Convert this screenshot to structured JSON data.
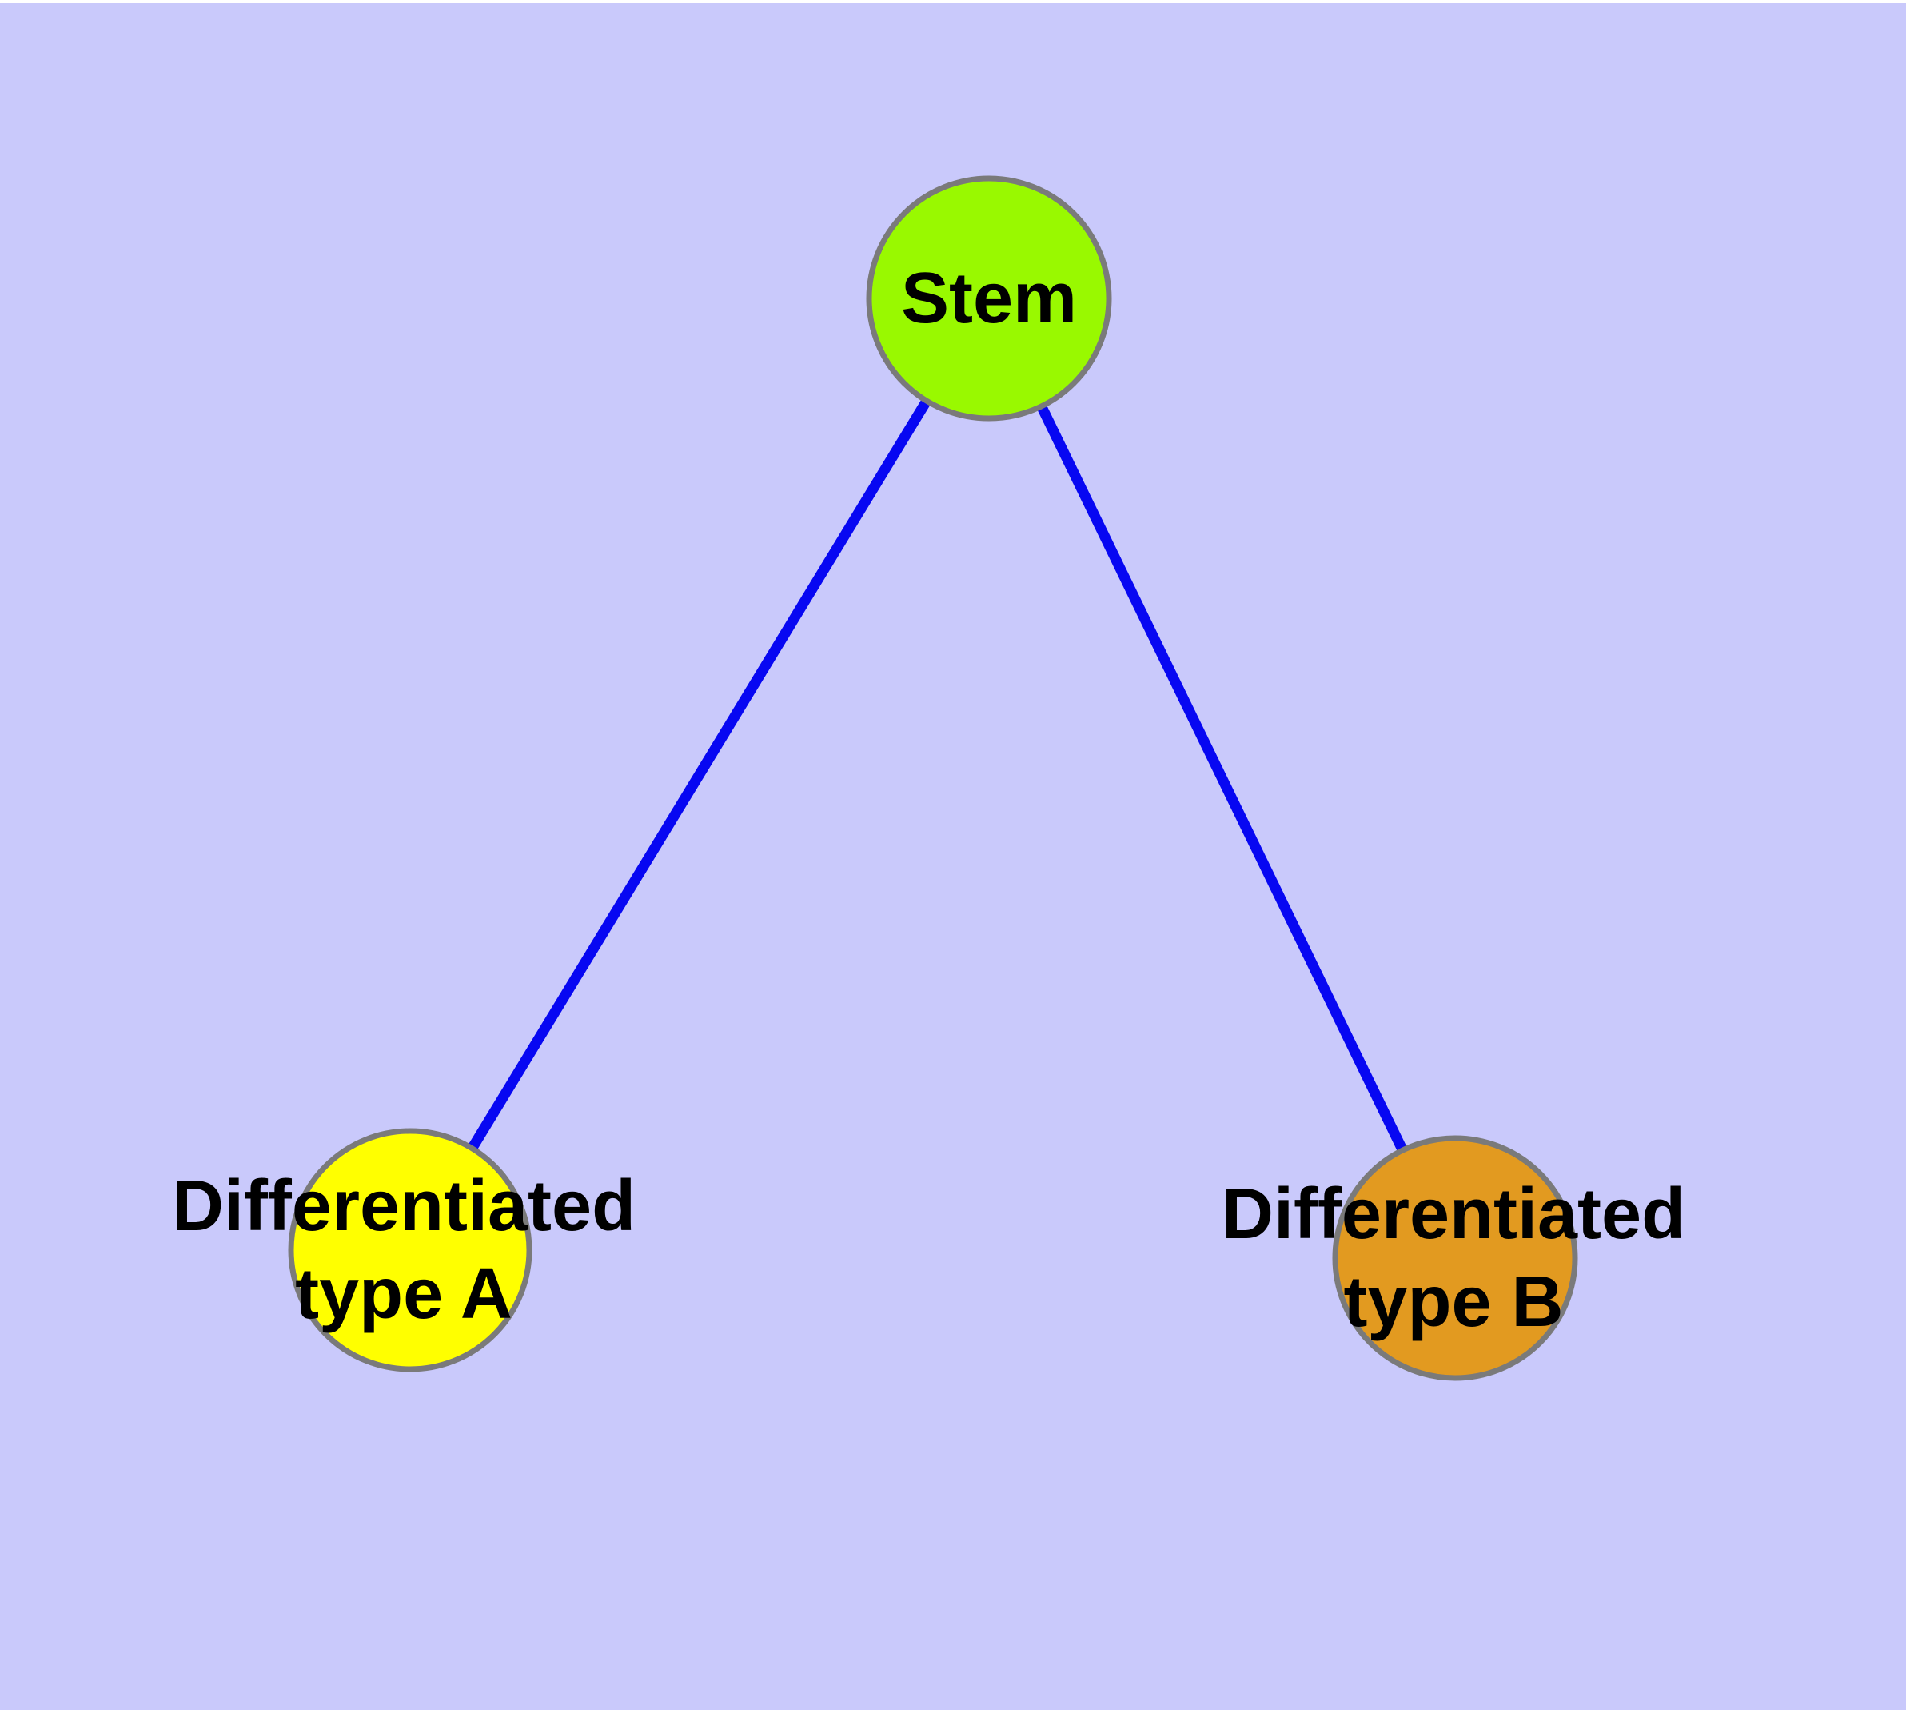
{
  "diagram": {
    "type": "node-link-graph",
    "colors": {
      "background": "#c9c9fb",
      "top_strip": "#ffffff",
      "edge": "#0707f2",
      "node_border": "#7a7a7a",
      "label": "#000000"
    },
    "nodes": {
      "stem": {
        "id": "stem",
        "label": "Stem",
        "color": "#99f900"
      },
      "type_a": {
        "id": "type_a",
        "label_line1": "Differentiated",
        "label_line2": "type A",
        "color": "#ffff00"
      },
      "type_b": {
        "id": "type_b",
        "label_line1": "Differentiated",
        "label_line2": "type B",
        "color": "#e29a20"
      }
    },
    "edges": [
      {
        "from": "stem",
        "to": "type_a"
      },
      {
        "from": "stem",
        "to": "type_b"
      }
    ]
  }
}
